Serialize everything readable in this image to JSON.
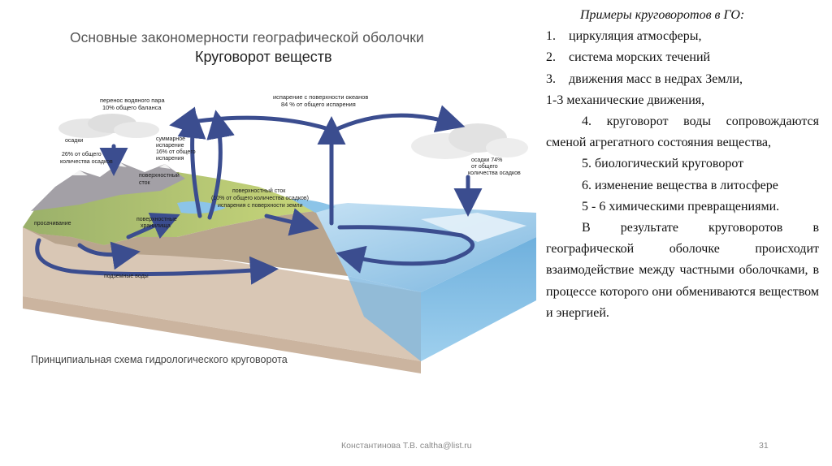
{
  "figure": {
    "title": "Основные закономерности географической оболочки",
    "subtitle": "Круговорот веществ",
    "caption": "Принципиальная схема гидрологического круговорота",
    "labels": {
      "vapor_transfer_1": "перенос водяного пара",
      "vapor_transfer_2": "10% общего баланса",
      "ocean_evap_1": "испарение с поверхности океанов",
      "ocean_evap_2": "84 % от общего испарения",
      "precip_left_1": "осадки",
      "precip_left_2": "26% от общего",
      "precip_left_3": "количества осадков",
      "total_evap_1": "суммарное",
      "total_evap_2": "испарение",
      "total_evap_3": "16% от общего",
      "total_evap_4": "испарения",
      "surface_runoff_1": "поверхностный",
      "surface_runoff_2": "сток",
      "surface_runoff_mid_1": "поверхностный сток",
      "surface_runoff_mid_2": "(10% от общего количества осадков)",
      "surface_runoff_mid_3": "испарения с поверхности земли",
      "precip_right_1": "осадки 74%",
      "precip_right_2": "от общего",
      "precip_right_3": "количества осадков",
      "infiltration": "просачивание",
      "surface_storage_1": "поверхностные",
      "surface_storage_2": "хранилища",
      "groundwater": "подземные воды"
    }
  },
  "text_panel": {
    "heading": "Примеры круговоротов в ГО:",
    "list": [
      {
        "num": "1.",
        "text": "циркуляция атмосферы,"
      },
      {
        "num": "2.",
        "text": "система морских течений"
      },
      {
        "num": "3.",
        "text": "движения масс в недрах Земли,"
      }
    ],
    "line_mech": "1-3 механические движения,",
    "para_water": "4. круговорот воды сопровождаются сменой агрегатного состояния вещества,",
    "para_bio": "5. биологический круговорот",
    "para_litho": "6. изменение вещества в литосфере",
    "para_chem": "5 - 6 химическими превращениями.",
    "para_result": "В результате круговоротов в географической оболочке происходит взаимодействие между частными оболочками, в процессе которого они обмениваются веществом и энергией."
  },
  "footer": {
    "author": "Константинова Т.В. caltha@list.ru",
    "slide_number": "31"
  },
  "colors": {
    "arrow": "#3b4d8f",
    "sea": "#8ec3e6",
    "soil": "#d9c7b5"
  }
}
